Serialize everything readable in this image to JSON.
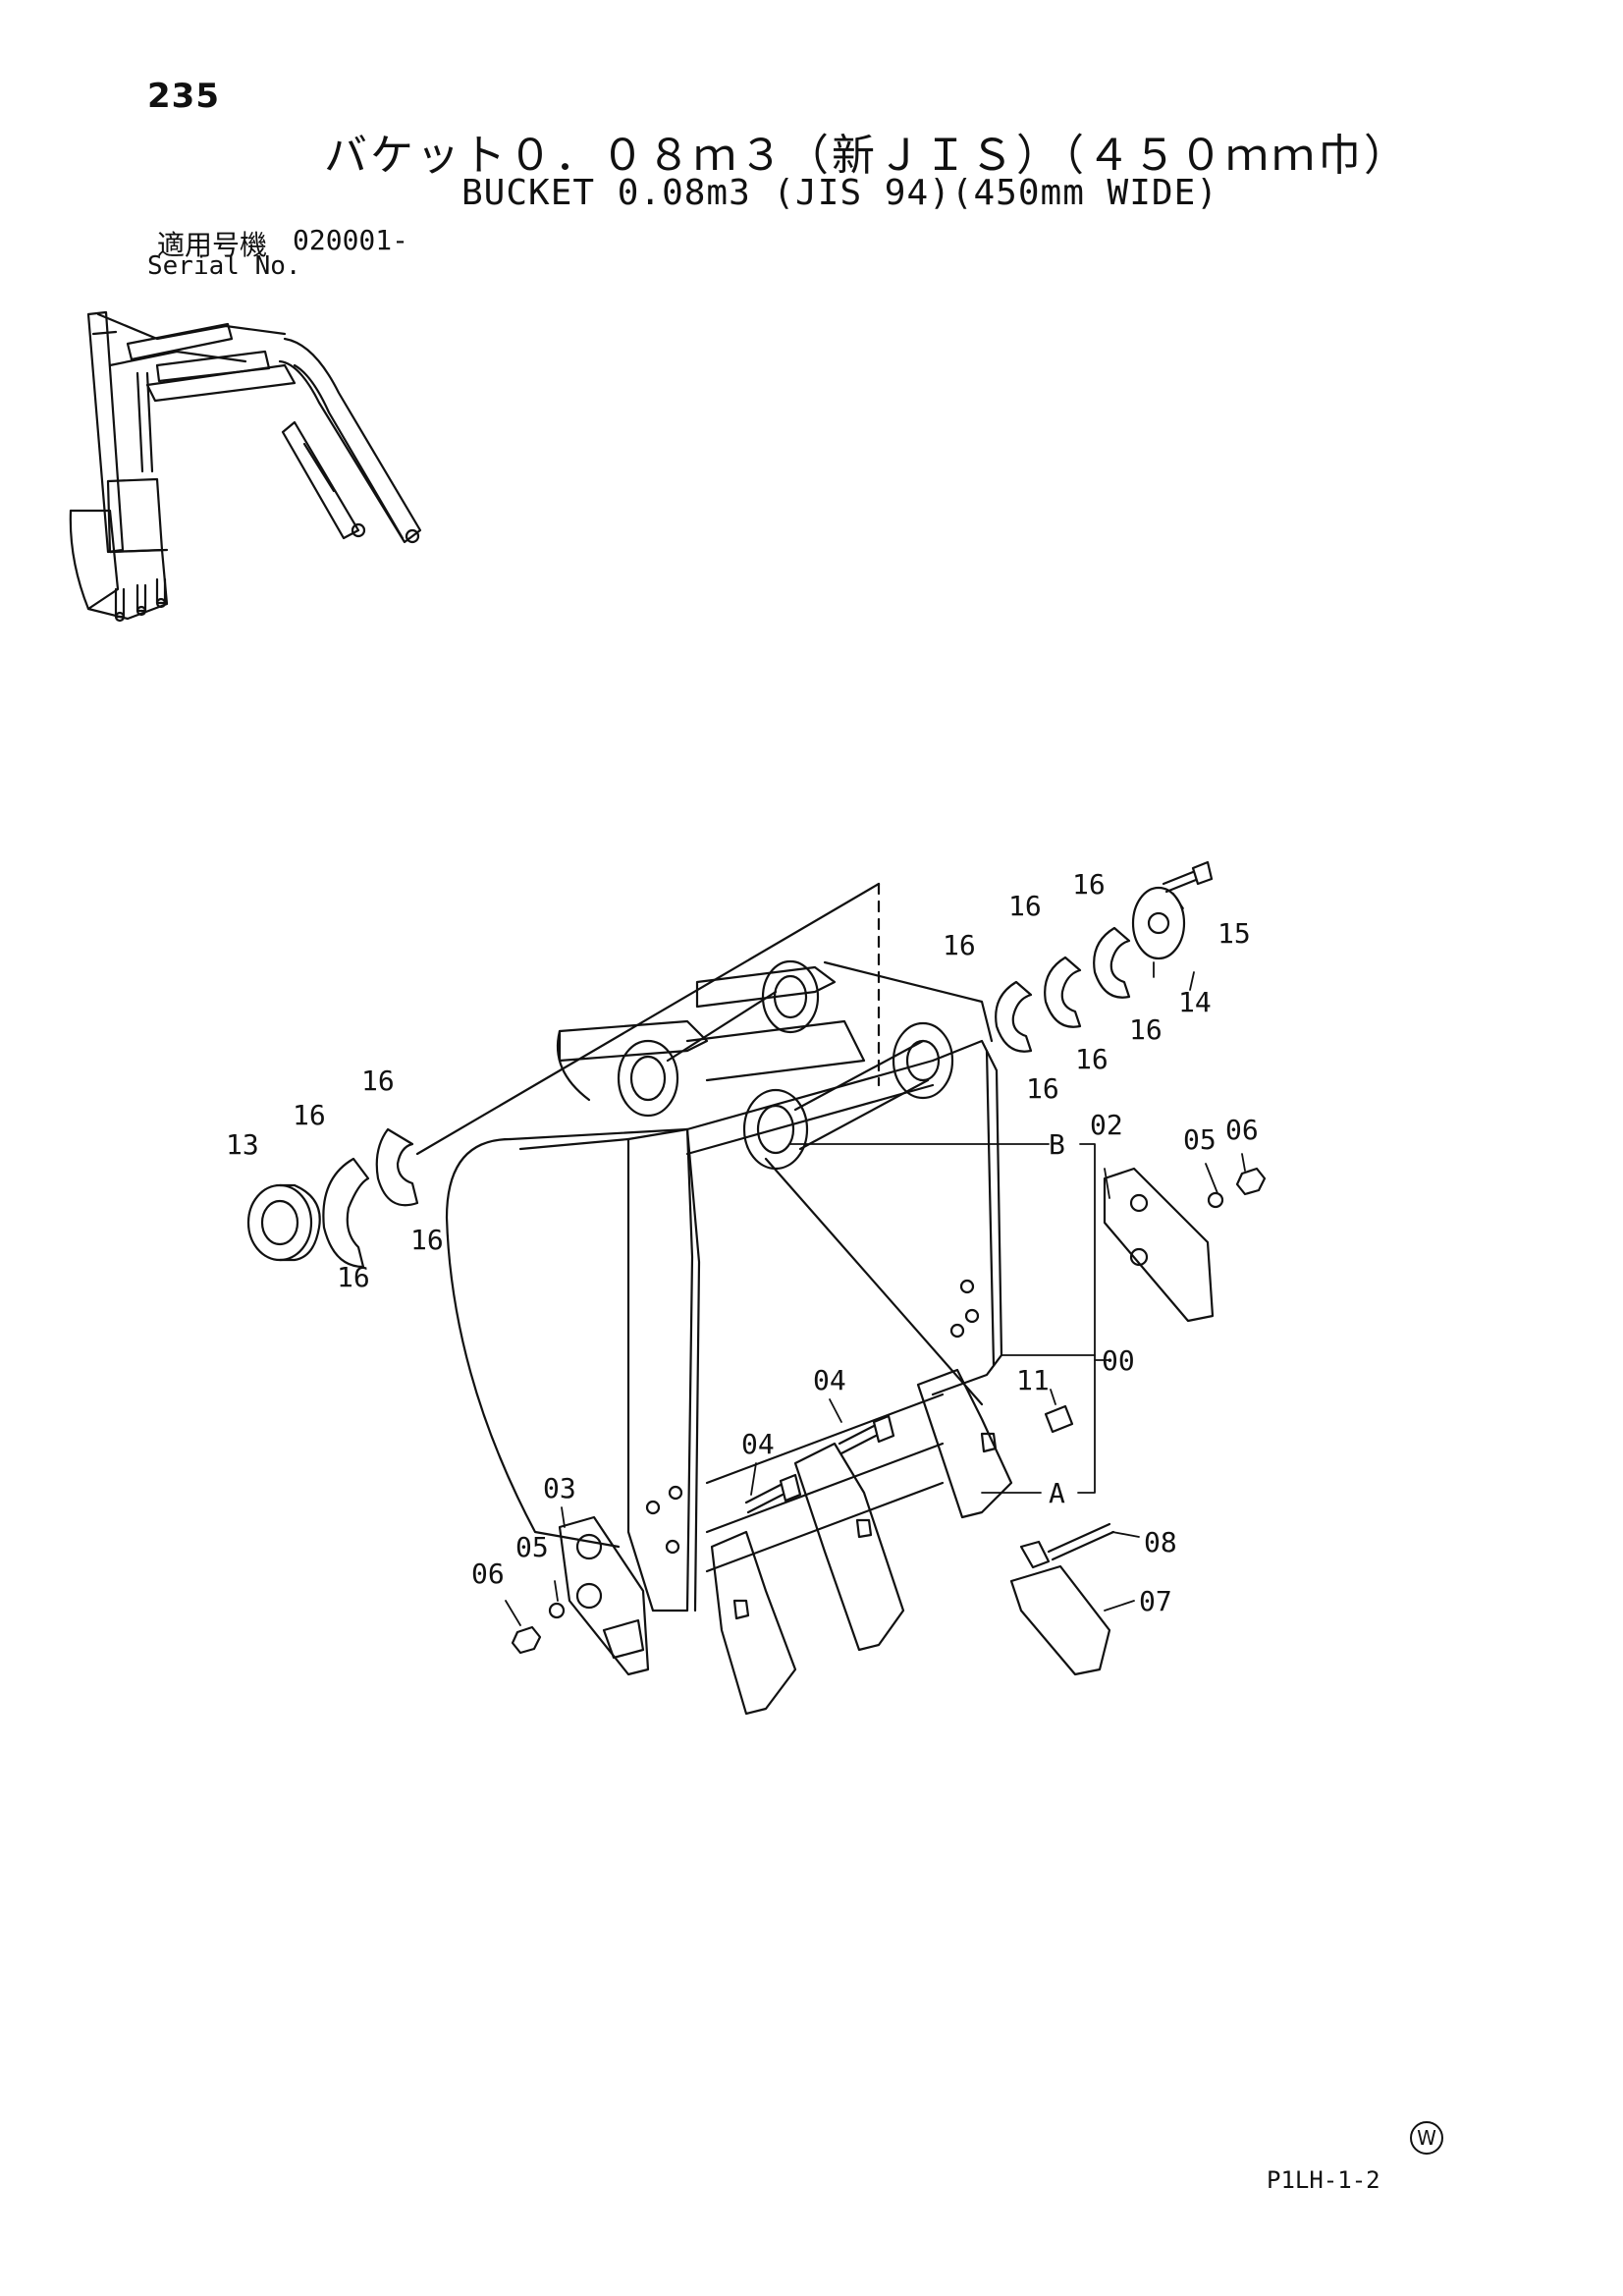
{
  "page_number": "235",
  "title_jp": "バケット０．０８ｍ３（新ＪＩＳ）（４５０ｍｍ巾）",
  "title_en": "BUCKET 0.08m3 (JIS 94)(450mm WIDE)",
  "serial": {
    "label_jp": "適用号機",
    "value": "020001-",
    "label_en": "Serial No."
  },
  "part_labels": {
    "p00": "00",
    "p02": "02",
    "p03": "03",
    "p04a": "04",
    "p04b": "04",
    "p05a": "05",
    "p05b": "05",
    "p06a": "06",
    "p06b": "06",
    "p07": "07",
    "p08": "08",
    "p11": "11",
    "p13": "13",
    "p14": "14",
    "p15": "15",
    "p16": "16",
    "a": "A",
    "b": "B"
  },
  "drawing_code": "P1LH-1-2",
  "edition_mark": "W"
}
